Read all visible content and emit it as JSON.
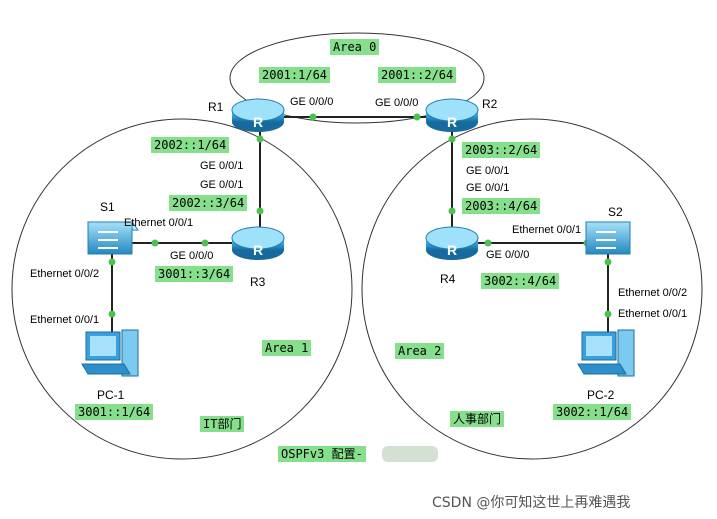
{
  "areas": {
    "area0": "Area 0",
    "area1": "Area 1",
    "area2": "Area 2"
  },
  "departments": {
    "it": "IT部门",
    "hr": "人事部门"
  },
  "title": "OSPFv3 配置-",
  "devices": {
    "r1": "R1",
    "r2": "R2",
    "r3": "R3",
    "r4": "R4",
    "s1": "S1",
    "s2": "S2",
    "pc1": "PC-1",
    "pc2": "PC-2"
  },
  "addresses": {
    "r1_area0": "2001:1/64",
    "r2_area0": "2001::2/64",
    "r1_area1": "2002::1/64",
    "r3_area1": "2002::3/64",
    "r3_lan": "3001::3/64",
    "pc1": "3001::1/64",
    "r2_area2": "2003::2/64",
    "r4_area2": "2003::4/64",
    "r4_lan": "3002::4/64",
    "pc2": "3002::1/64"
  },
  "ports": {
    "r1_to_r2": "GE 0/0/0",
    "r2_to_r1": "GE 0/0/0",
    "r1_down": "GE 0/0/1",
    "r3_up": "GE 0/0/1",
    "s1_to_r3": "Ethernet 0/0/1",
    "r3_to_s1": "GE 0/0/0",
    "s1_down": "Ethernet 0/0/2",
    "pc1_up": "Ethernet 0/0/1",
    "r2_down": "GE 0/0/1",
    "r4_up": "GE 0/0/1",
    "r4_to_s2": "GE 0/0/0",
    "s2_to_r4": "Ethernet 0/0/1",
    "s2_down": "Ethernet 0/0/2",
    "pc2_up": "Ethernet 0/0/1"
  },
  "watermark": "CSDN @你可知这世上再难遇我"
}
